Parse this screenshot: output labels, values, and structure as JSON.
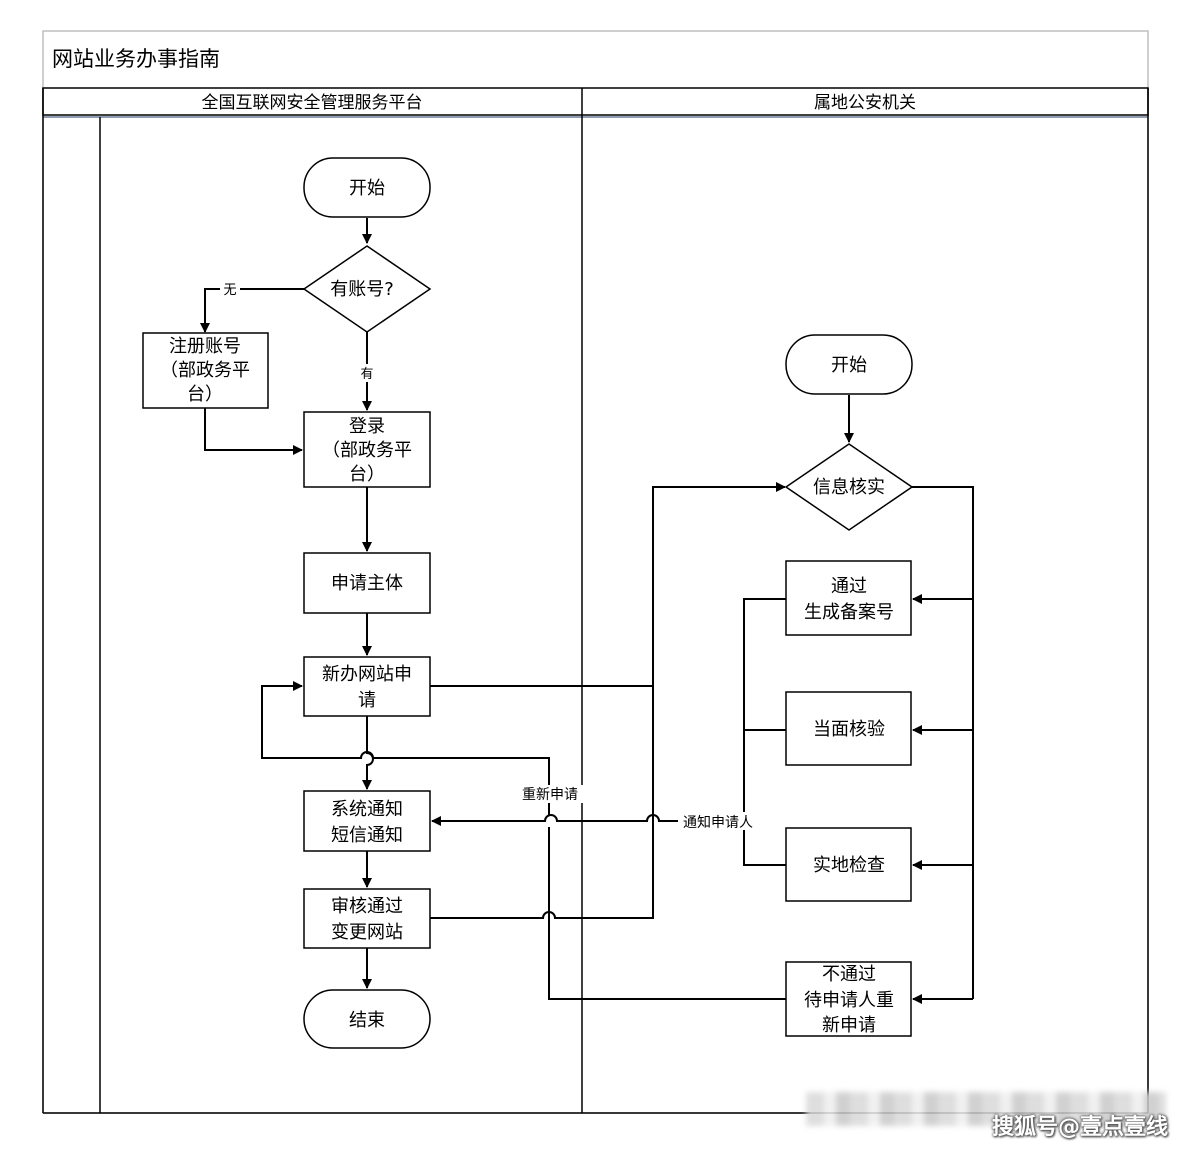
{
  "title": "网站业务办事指南",
  "lanes": {
    "left": "全国互联网安全管理服务平台",
    "right": "属地公安机关"
  },
  "nodes": {
    "start_left": "开始",
    "has_account": "有账号?",
    "register_l1": "注册账号",
    "register_l2": "（部政务平",
    "register_l3": "台）",
    "login_l1": "登录",
    "login_l2": "（部政务平",
    "login_l3": "台）",
    "apply_subject": "申请主体",
    "new_site_l1": "新办网站申",
    "new_site_l2": "请",
    "notify_l1": "系统通知",
    "notify_l2": "短信通知",
    "approved_l1": "审核通过",
    "approved_l2": "变更网站",
    "end": "结束",
    "start_right": "开始",
    "verify": "信息核实",
    "pass_l1": "通过",
    "pass_l2": "生成备案号",
    "face_check": "当面核验",
    "site_check": "实地检查",
    "fail_l1": "不通过",
    "fail_l2": "待申请人重",
    "fail_l3": "新申请"
  },
  "edge_labels": {
    "no": "无",
    "yes": "有",
    "reapply": "重新申请",
    "notify_applicant": "通知申请人"
  },
  "watermark": "搜狐号@壹点壹线",
  "colors": {
    "line": "#000000",
    "lane_border": "#1f3864",
    "background": "#ffffff"
  }
}
